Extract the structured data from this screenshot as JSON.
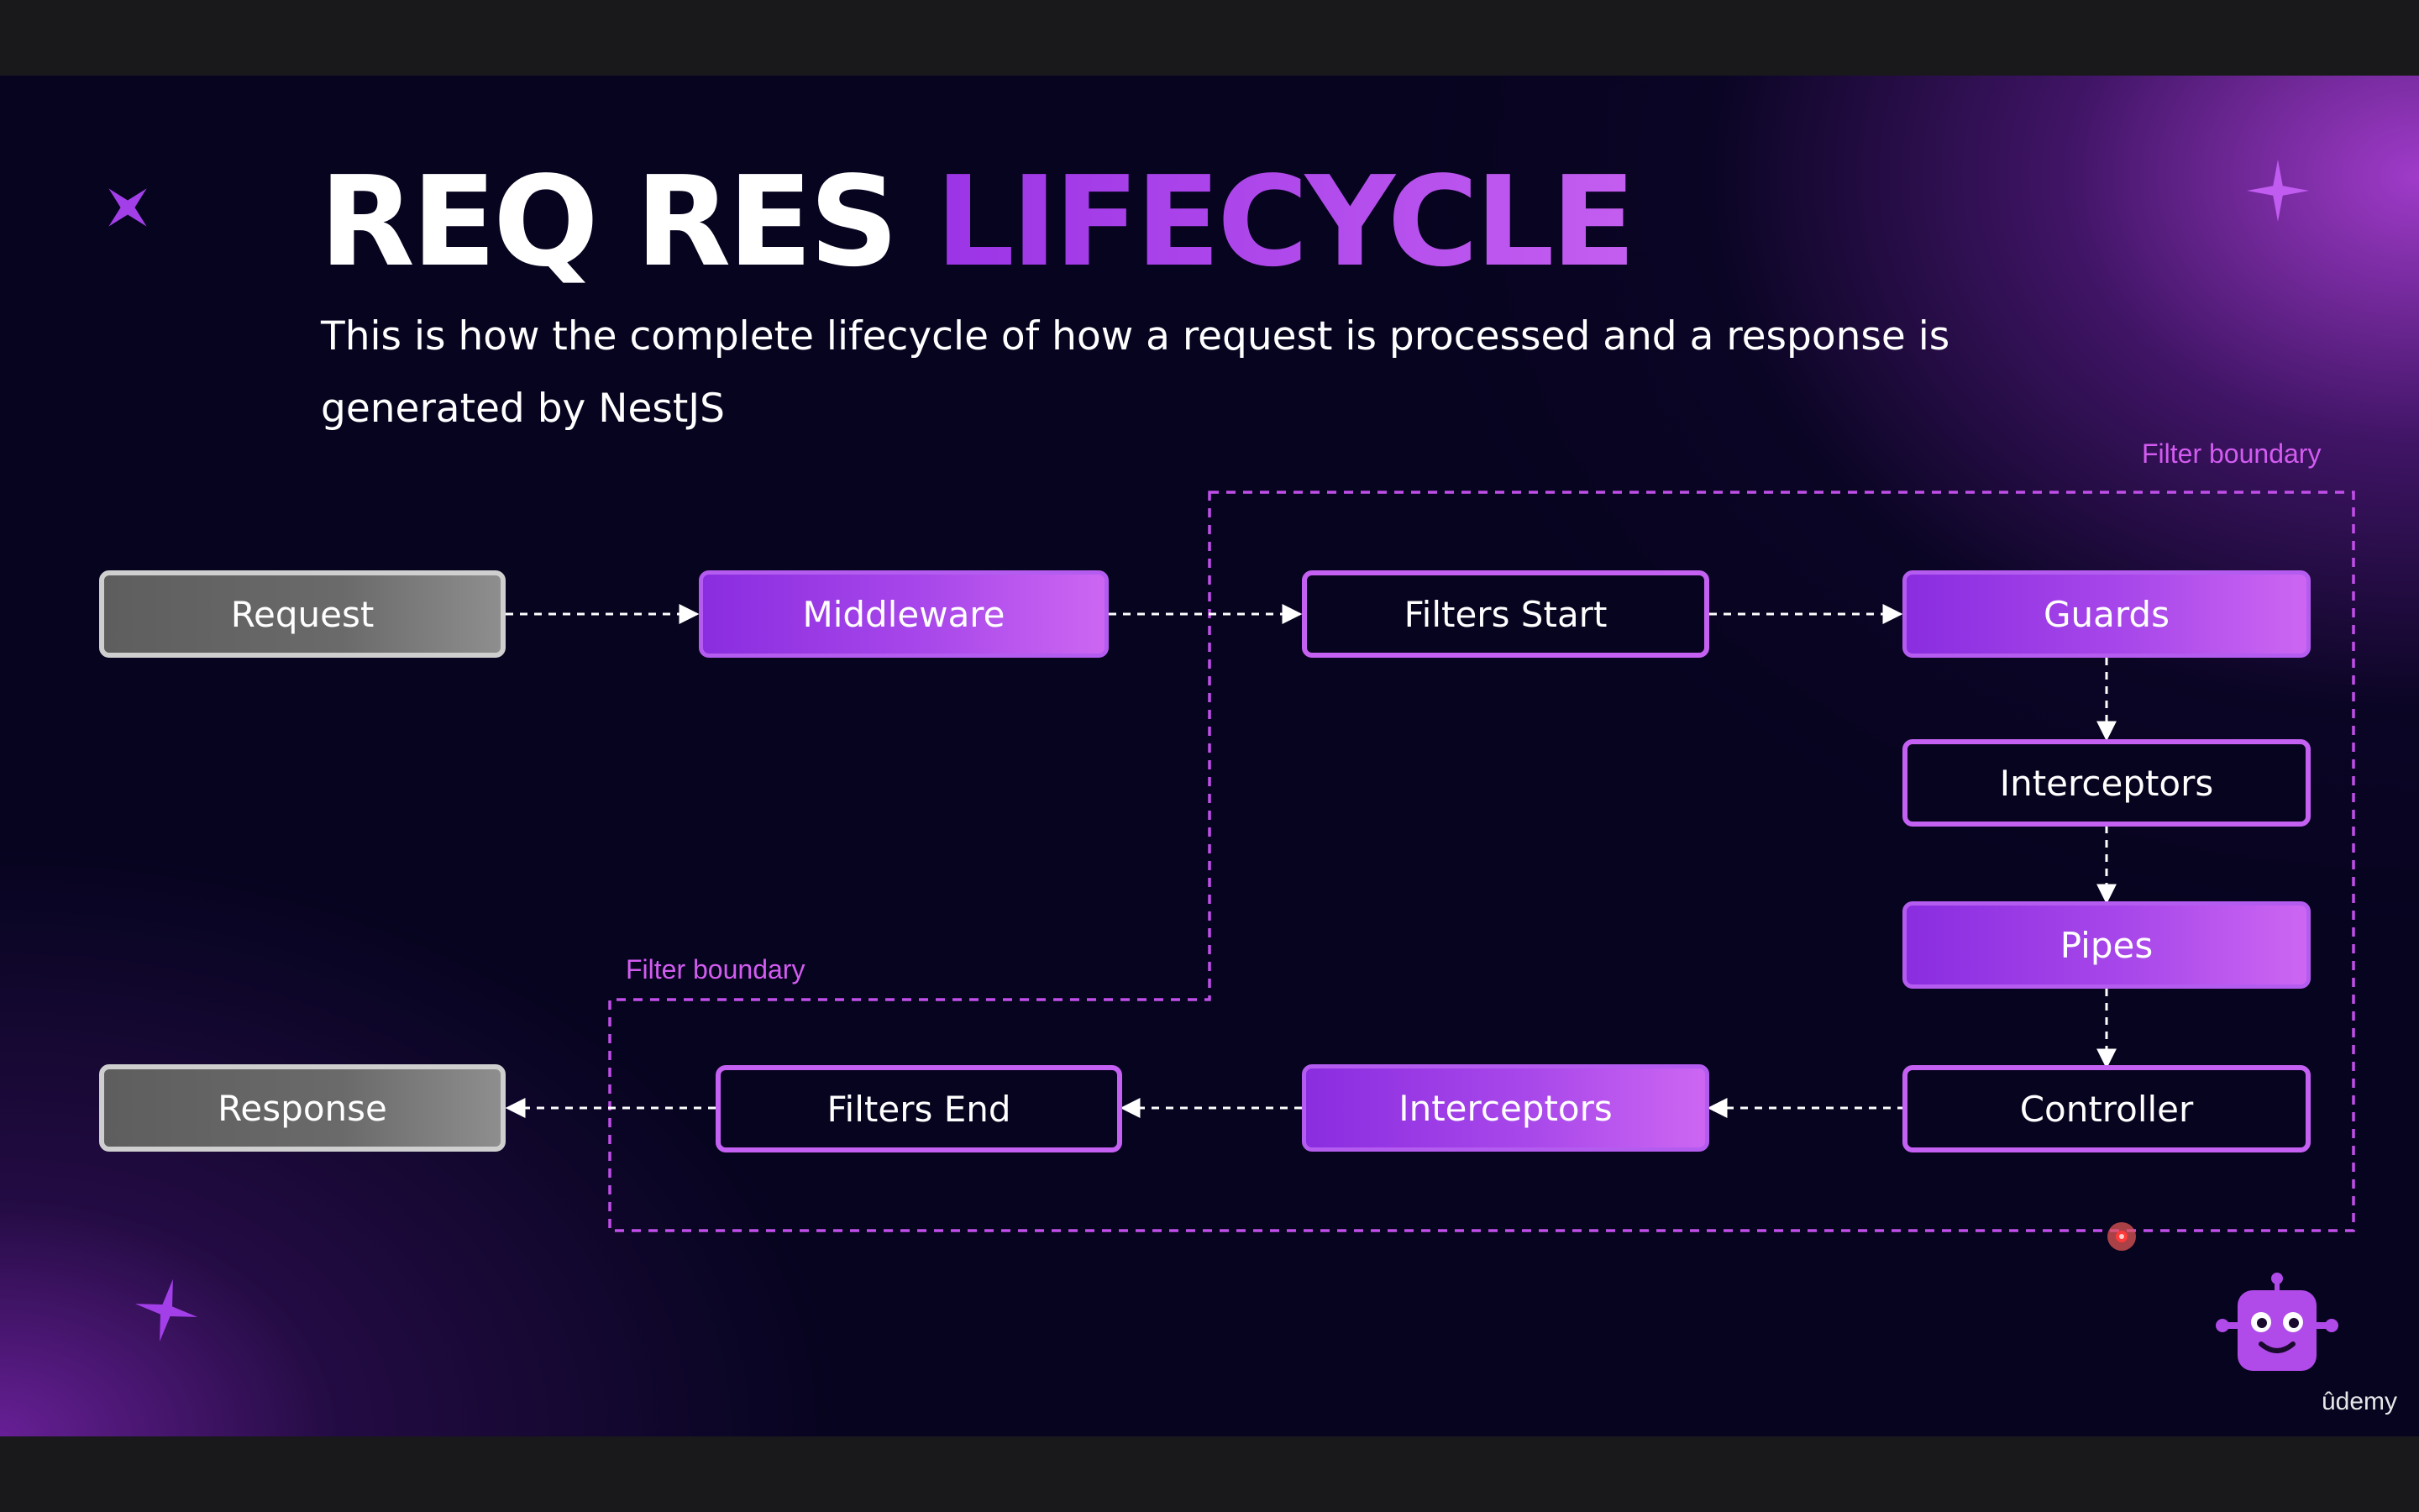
{
  "title": {
    "part1": "REQ RES",
    "part2": "LIFECYCLE"
  },
  "subtitle": "This is how the complete lifecycle of how a request is processed and a response is generated by NestJS",
  "boundary_labels": {
    "top": "Filter boundary",
    "bottom": "Filter boundary"
  },
  "nodes": {
    "request": "Request",
    "middleware": "Middleware",
    "filters_start": "Filters Start",
    "guards": "Guards",
    "interceptors_in": "Interceptors",
    "pipes": "Pipes",
    "controller": "Controller",
    "interceptors_out": "Interceptors",
    "filters_end": "Filters End",
    "response": "Response"
  },
  "watermark": "ûdemy",
  "colors": {
    "accent": "#a847ea",
    "boundary": "#c04ee8",
    "background": "#06041f"
  },
  "icons": [
    "sparkle-icon",
    "robot-mascot-icon"
  ]
}
